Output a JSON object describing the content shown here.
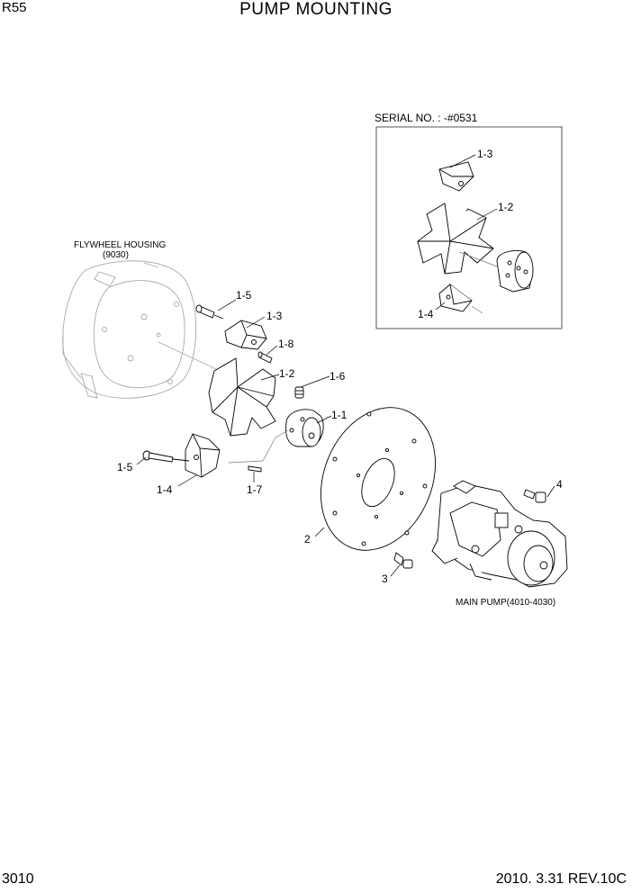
{
  "header": {
    "model": "R55",
    "title": "PUMP MOUNTING"
  },
  "footer": {
    "page": "3010",
    "date_rev": "2010. 3.31  REV.10C"
  },
  "inset": {
    "serial": "SERIAL NO. : -#0531",
    "callouts": [
      "1-3",
      "1-2",
      "1-4"
    ]
  },
  "labels": {
    "flywheel_housing": "FLYWHEEL HOUSING",
    "flywheel_housing_ref": "(9030)",
    "main_pump": "MAIN PUMP(4010-4030)"
  },
  "callouts": [
    "1-5",
    "1-3",
    "1-8",
    "1-2",
    "1-6",
    "1-1",
    "1-5",
    "1-4",
    "1-7",
    "2",
    "3",
    "4"
  ]
}
